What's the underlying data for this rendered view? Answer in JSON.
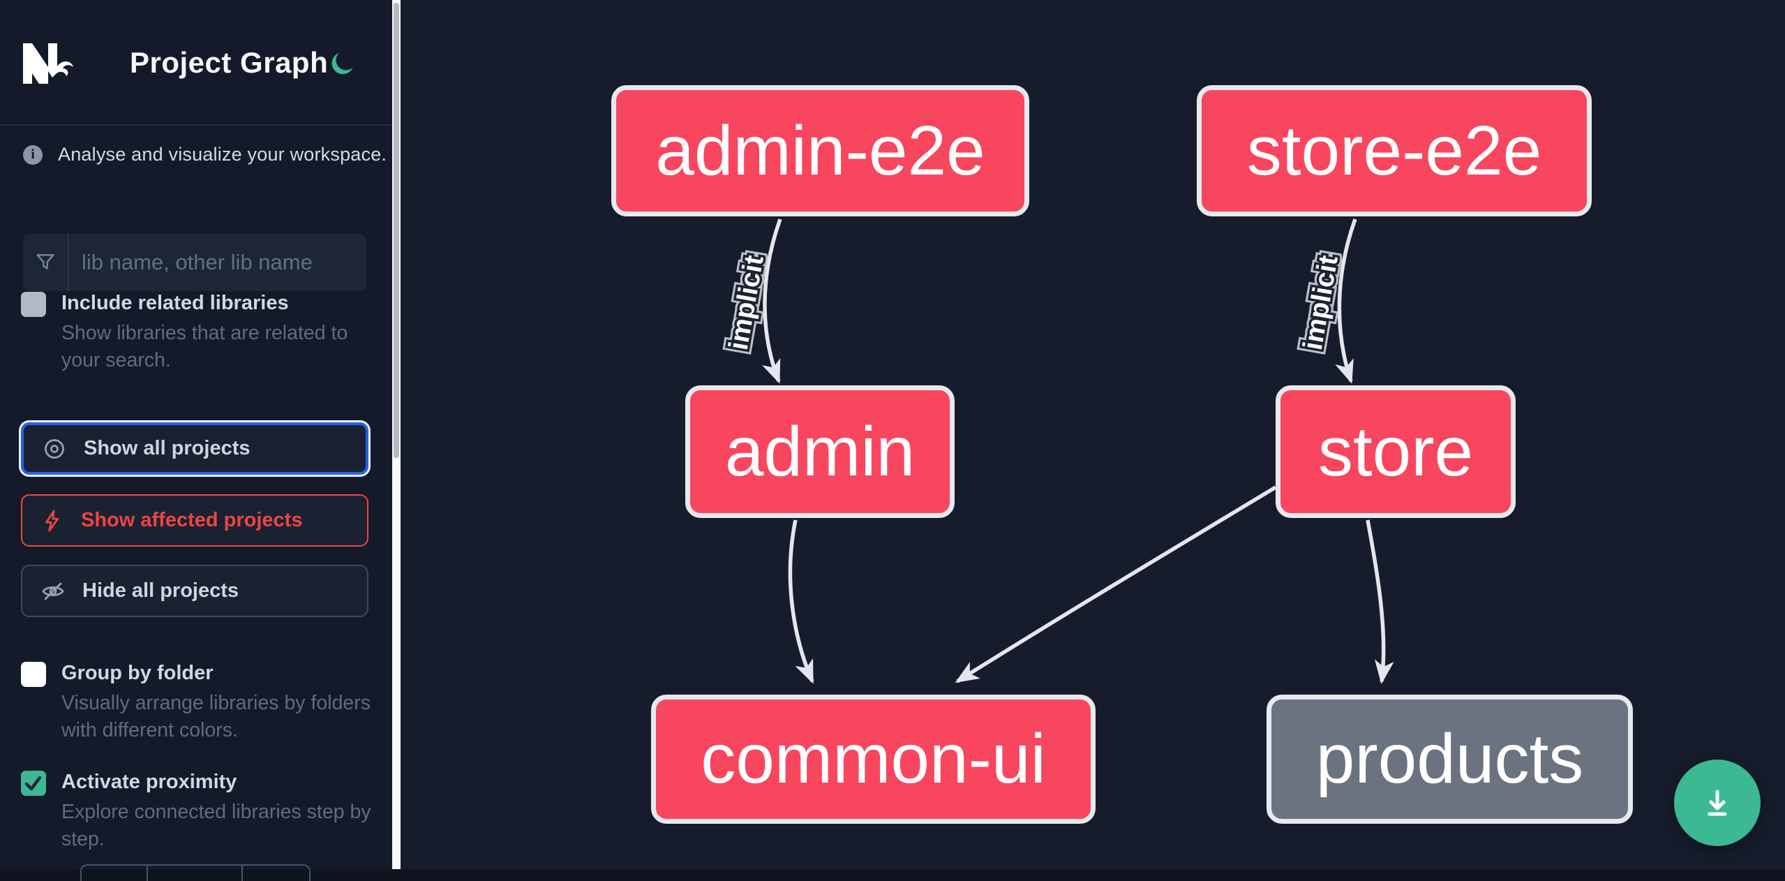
{
  "header": {
    "app_title": "Project Graph"
  },
  "sidebar": {
    "tagline": "Analyse and visualize your workspace.",
    "search": {
      "placeholder": "lib name, other lib name"
    },
    "include_related": {
      "label": "Include related libraries",
      "description": "Show libraries that are related to your search.",
      "checked": false
    },
    "actions": {
      "show_all": "Show all projects",
      "show_affected": "Show affected projects",
      "hide_all": "Hide all projects"
    },
    "group_by_folder": {
      "label": "Group by folder",
      "description": "Visually arrange libraries by folders with different colors.",
      "checked": false
    },
    "activate_proximity": {
      "label": "Activate proximity",
      "description": "Explore connected libraries step by step.",
      "checked": true
    }
  },
  "graph": {
    "nodes": [
      {
        "id": "admin-e2e",
        "label": "admin-e2e",
        "status": "affected"
      },
      {
        "id": "store-e2e",
        "label": "store-e2e",
        "status": "affected"
      },
      {
        "id": "admin",
        "label": "admin",
        "status": "affected"
      },
      {
        "id": "store",
        "label": "store",
        "status": "affected"
      },
      {
        "id": "common-ui",
        "label": "common-ui",
        "status": "affected"
      },
      {
        "id": "products",
        "label": "products",
        "status": "unaffected"
      }
    ],
    "edges": [
      {
        "from": "admin-e2e",
        "to": "admin",
        "label": "implicit"
      },
      {
        "from": "store-e2e",
        "to": "store",
        "label": "implicit"
      },
      {
        "from": "admin",
        "to": "common-ui",
        "label": ""
      },
      {
        "from": "store",
        "to": "common-ui",
        "label": ""
      },
      {
        "from": "store",
        "to": "products",
        "label": ""
      }
    ]
  },
  "colors": {
    "affected_node": "#f8465f",
    "unaffected_node": "#6b7280",
    "node_border": "#e6e9ee",
    "edge": "#e3e7ed",
    "accent_green": "#3cb893",
    "focus_blue": "#2563eb",
    "danger_red": "#ef4444",
    "sidebar_bg": "#141a29",
    "canvas_bg": "#161c2b"
  }
}
